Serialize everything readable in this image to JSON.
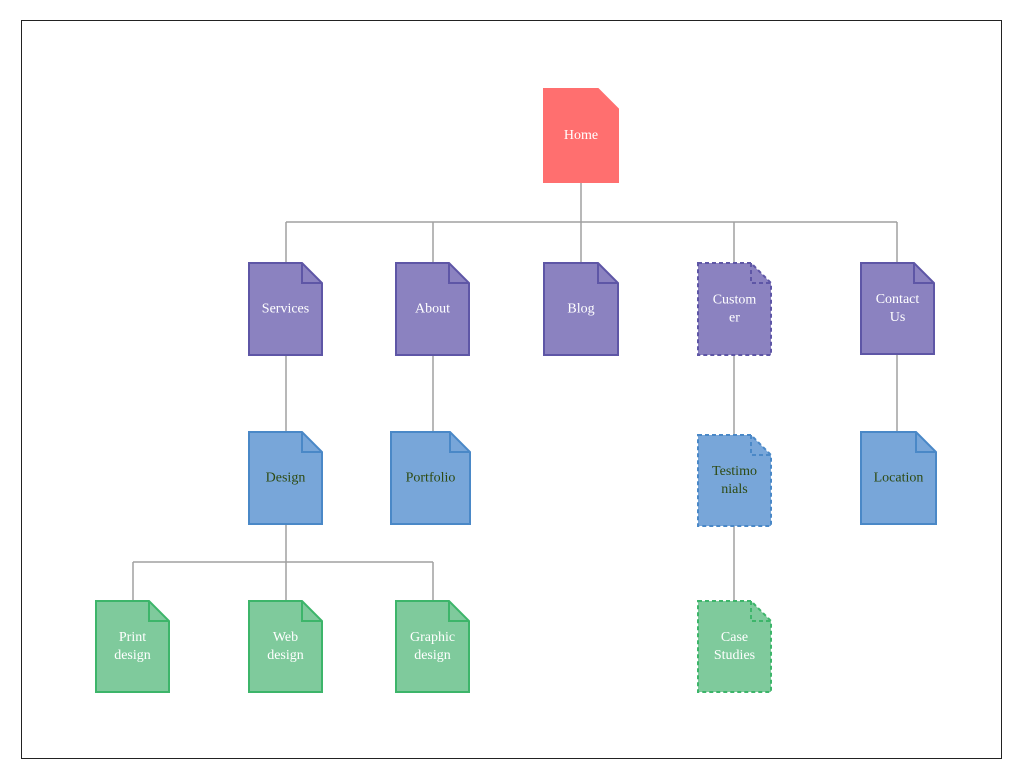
{
  "colors": {
    "root_fill": "#FF6F6F",
    "root_stroke": "#FF6F6F",
    "level1_fill": "#8B82C0",
    "level1_stroke": "#5E56A6",
    "level2_fill": "#78A6D9",
    "level2_stroke": "#4A88C7",
    "level3_fill": "#7FCA9C",
    "level3_stroke": "#3DB56A",
    "white_text": "#FFFFFF",
    "dark_text": "#2E4A12",
    "connector": "#A0A0A0",
    "frame_border": "#222222"
  },
  "nodes": {
    "home": {
      "lines": [
        "Home"
      ],
      "style": "root",
      "dashed": false
    },
    "services": {
      "lines": [
        "Services"
      ],
      "style": "level1",
      "dashed": false
    },
    "about": {
      "lines": [
        "About"
      ],
      "style": "level1",
      "dashed": false
    },
    "blog": {
      "lines": [
        "Blog"
      ],
      "style": "level1",
      "dashed": false
    },
    "customer": {
      "lines": [
        "Custom",
        "er"
      ],
      "style": "level1",
      "dashed": true
    },
    "contact": {
      "lines": [
        "Contact",
        "Us"
      ],
      "style": "level1",
      "dashed": false
    },
    "design": {
      "lines": [
        "Design"
      ],
      "style": "level2",
      "dashed": false
    },
    "portfolio": {
      "lines": [
        "Portfolio"
      ],
      "style": "level2",
      "dashed": false
    },
    "testimonials": {
      "lines": [
        "Testimo",
        "nials"
      ],
      "style": "level2",
      "dashed": true
    },
    "location": {
      "lines": [
        "Location"
      ],
      "style": "level2",
      "dashed": false
    },
    "print_design": {
      "lines": [
        "Print",
        "design"
      ],
      "style": "level3",
      "dashed": false
    },
    "web_design": {
      "lines": [
        "Web",
        "design"
      ],
      "style": "level3",
      "dashed": false
    },
    "graphic_design": {
      "lines": [
        "Graphic",
        "design"
      ],
      "style": "level3",
      "dashed": false
    },
    "case_studies": {
      "lines": [
        "Case",
        "Studies"
      ],
      "style": "level3",
      "dashed": true
    }
  },
  "edges": [
    [
      "home",
      "services"
    ],
    [
      "home",
      "about"
    ],
    [
      "home",
      "blog"
    ],
    [
      "home",
      "customer"
    ],
    [
      "home",
      "contact"
    ],
    [
      "services",
      "design"
    ],
    [
      "about",
      "portfolio"
    ],
    [
      "customer",
      "testimonials"
    ],
    [
      "contact",
      "location"
    ],
    [
      "design",
      "print_design"
    ],
    [
      "design",
      "web_design"
    ],
    [
      "design",
      "graphic_design"
    ],
    [
      "testimonials",
      "case_studies"
    ]
  ]
}
